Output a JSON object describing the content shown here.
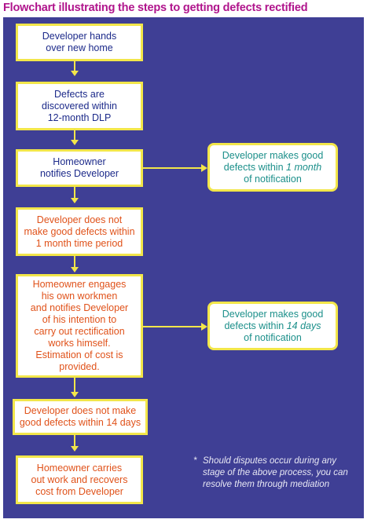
{
  "title": "Flowchart illustrating the steps to getting defects rectified",
  "steps": [
    {
      "lines": [
        "Developer hands",
        "over new home"
      ]
    },
    {
      "lines": [
        "Defects are",
        "discovered within",
        "12-month DLP"
      ]
    },
    {
      "lines": [
        "Homeowner",
        "notifies Developer"
      ]
    },
    {
      "lines": [
        "Developer does not",
        "make good defects within",
        "1 month time period"
      ]
    },
    {
      "lines": [
        "Homeowner engages",
        "his own workmen",
        "and notifies Developer",
        "of his intention to",
        "carry out rectification",
        "works himself.",
        "Estimation of cost is",
        "provided."
      ]
    },
    {
      "lines": [
        "Developer does not make",
        "good defects within 14 days"
      ]
    },
    {
      "lines": [
        "Homeowner carries",
        "out work and recovers",
        "cost from Developer"
      ]
    }
  ],
  "side_boxes": [
    {
      "line1": "Developer makes good",
      "line2_prefix": "defects within ",
      "line2_em": "1 month",
      "line3": "of notification"
    },
    {
      "line1": "Developer makes good",
      "line2_prefix": "defects within ",
      "line2_em": "14 days",
      "line3": "of notification"
    }
  ],
  "note": {
    "star": "*",
    "text": "Should disputes occur during any stage of the above process, you can resolve them through mediation"
  },
  "colors": {
    "panel": "#3f3f95",
    "connector": "#f2e64a",
    "title": "#b0148c",
    "blue_text": "#1c2a8a",
    "orange_text": "#e0521a",
    "teal_text": "#1b8f8a"
  }
}
